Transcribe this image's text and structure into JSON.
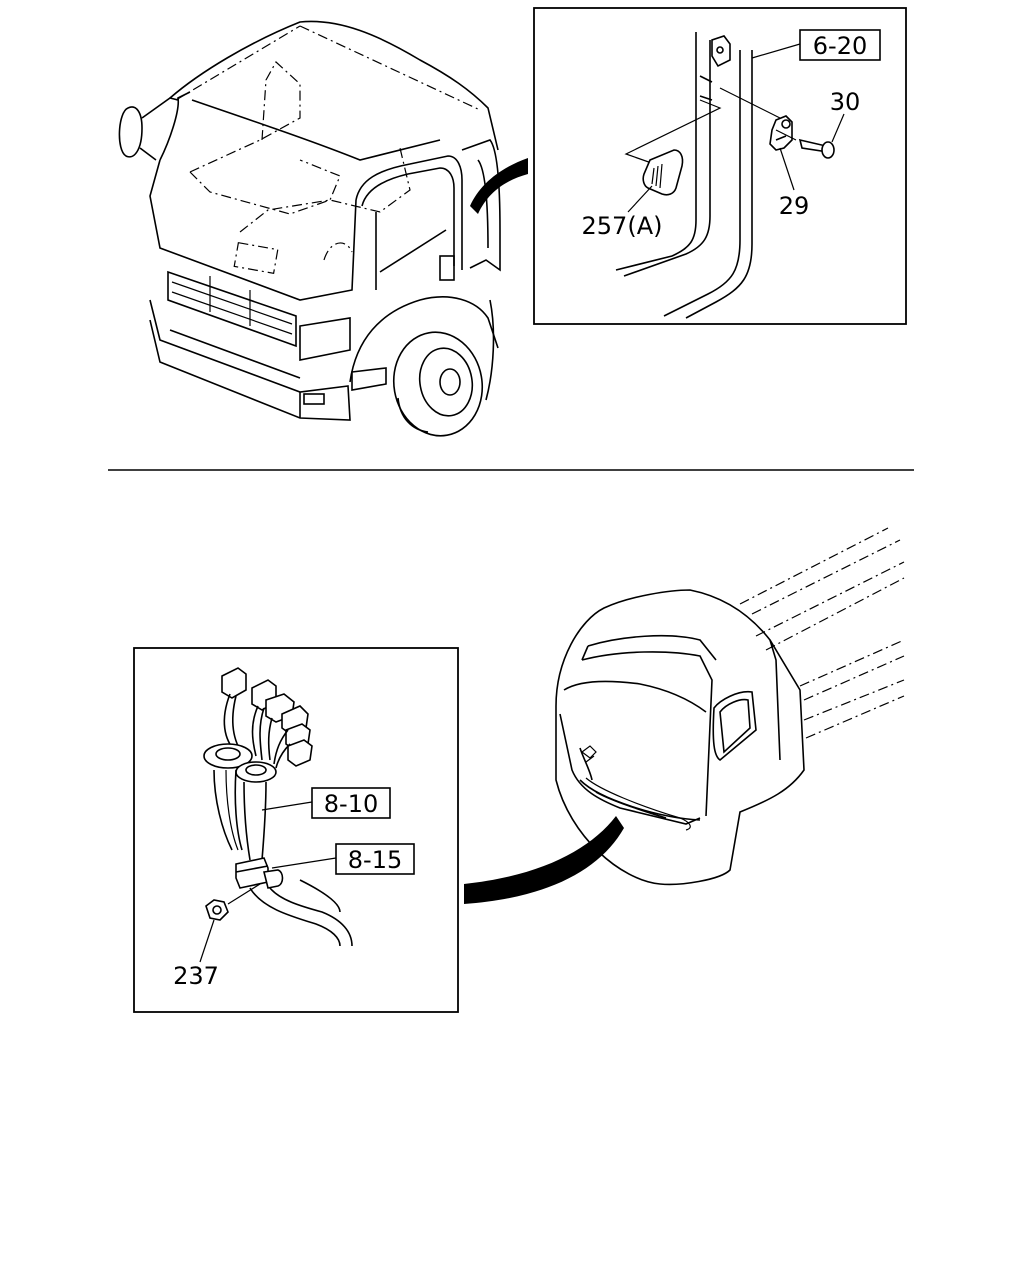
{
  "callouts": {
    "part_6_20": "6-20",
    "part_30": "30",
    "part_29": "29",
    "part_257a": "257(A)",
    "part_8_10": "8-10",
    "part_8_15": "8-15",
    "part_237": "237"
  }
}
